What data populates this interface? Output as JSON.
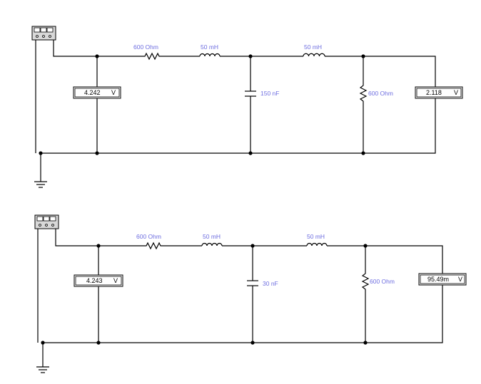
{
  "circuit_top": {
    "labels": {
      "r_series": "600  Ohm",
      "l1": "50 mH",
      "l2": "50 mH",
      "c": "150 nF",
      "r_load": "600  Ohm"
    },
    "meters": {
      "input_value": "4.242",
      "input_unit": "V",
      "output_value": "2.118",
      "output_unit": "V"
    }
  },
  "circuit_bottom": {
    "labels": {
      "r_series": "600  Ohm",
      "l1": "50 mH",
      "l2": "50 mH",
      "c": "30 nF",
      "r_load": "600  Ohm"
    },
    "meters": {
      "input_value": "4.243",
      "input_unit": "V",
      "output_value": "95.49m",
      "output_unit": "V"
    }
  }
}
